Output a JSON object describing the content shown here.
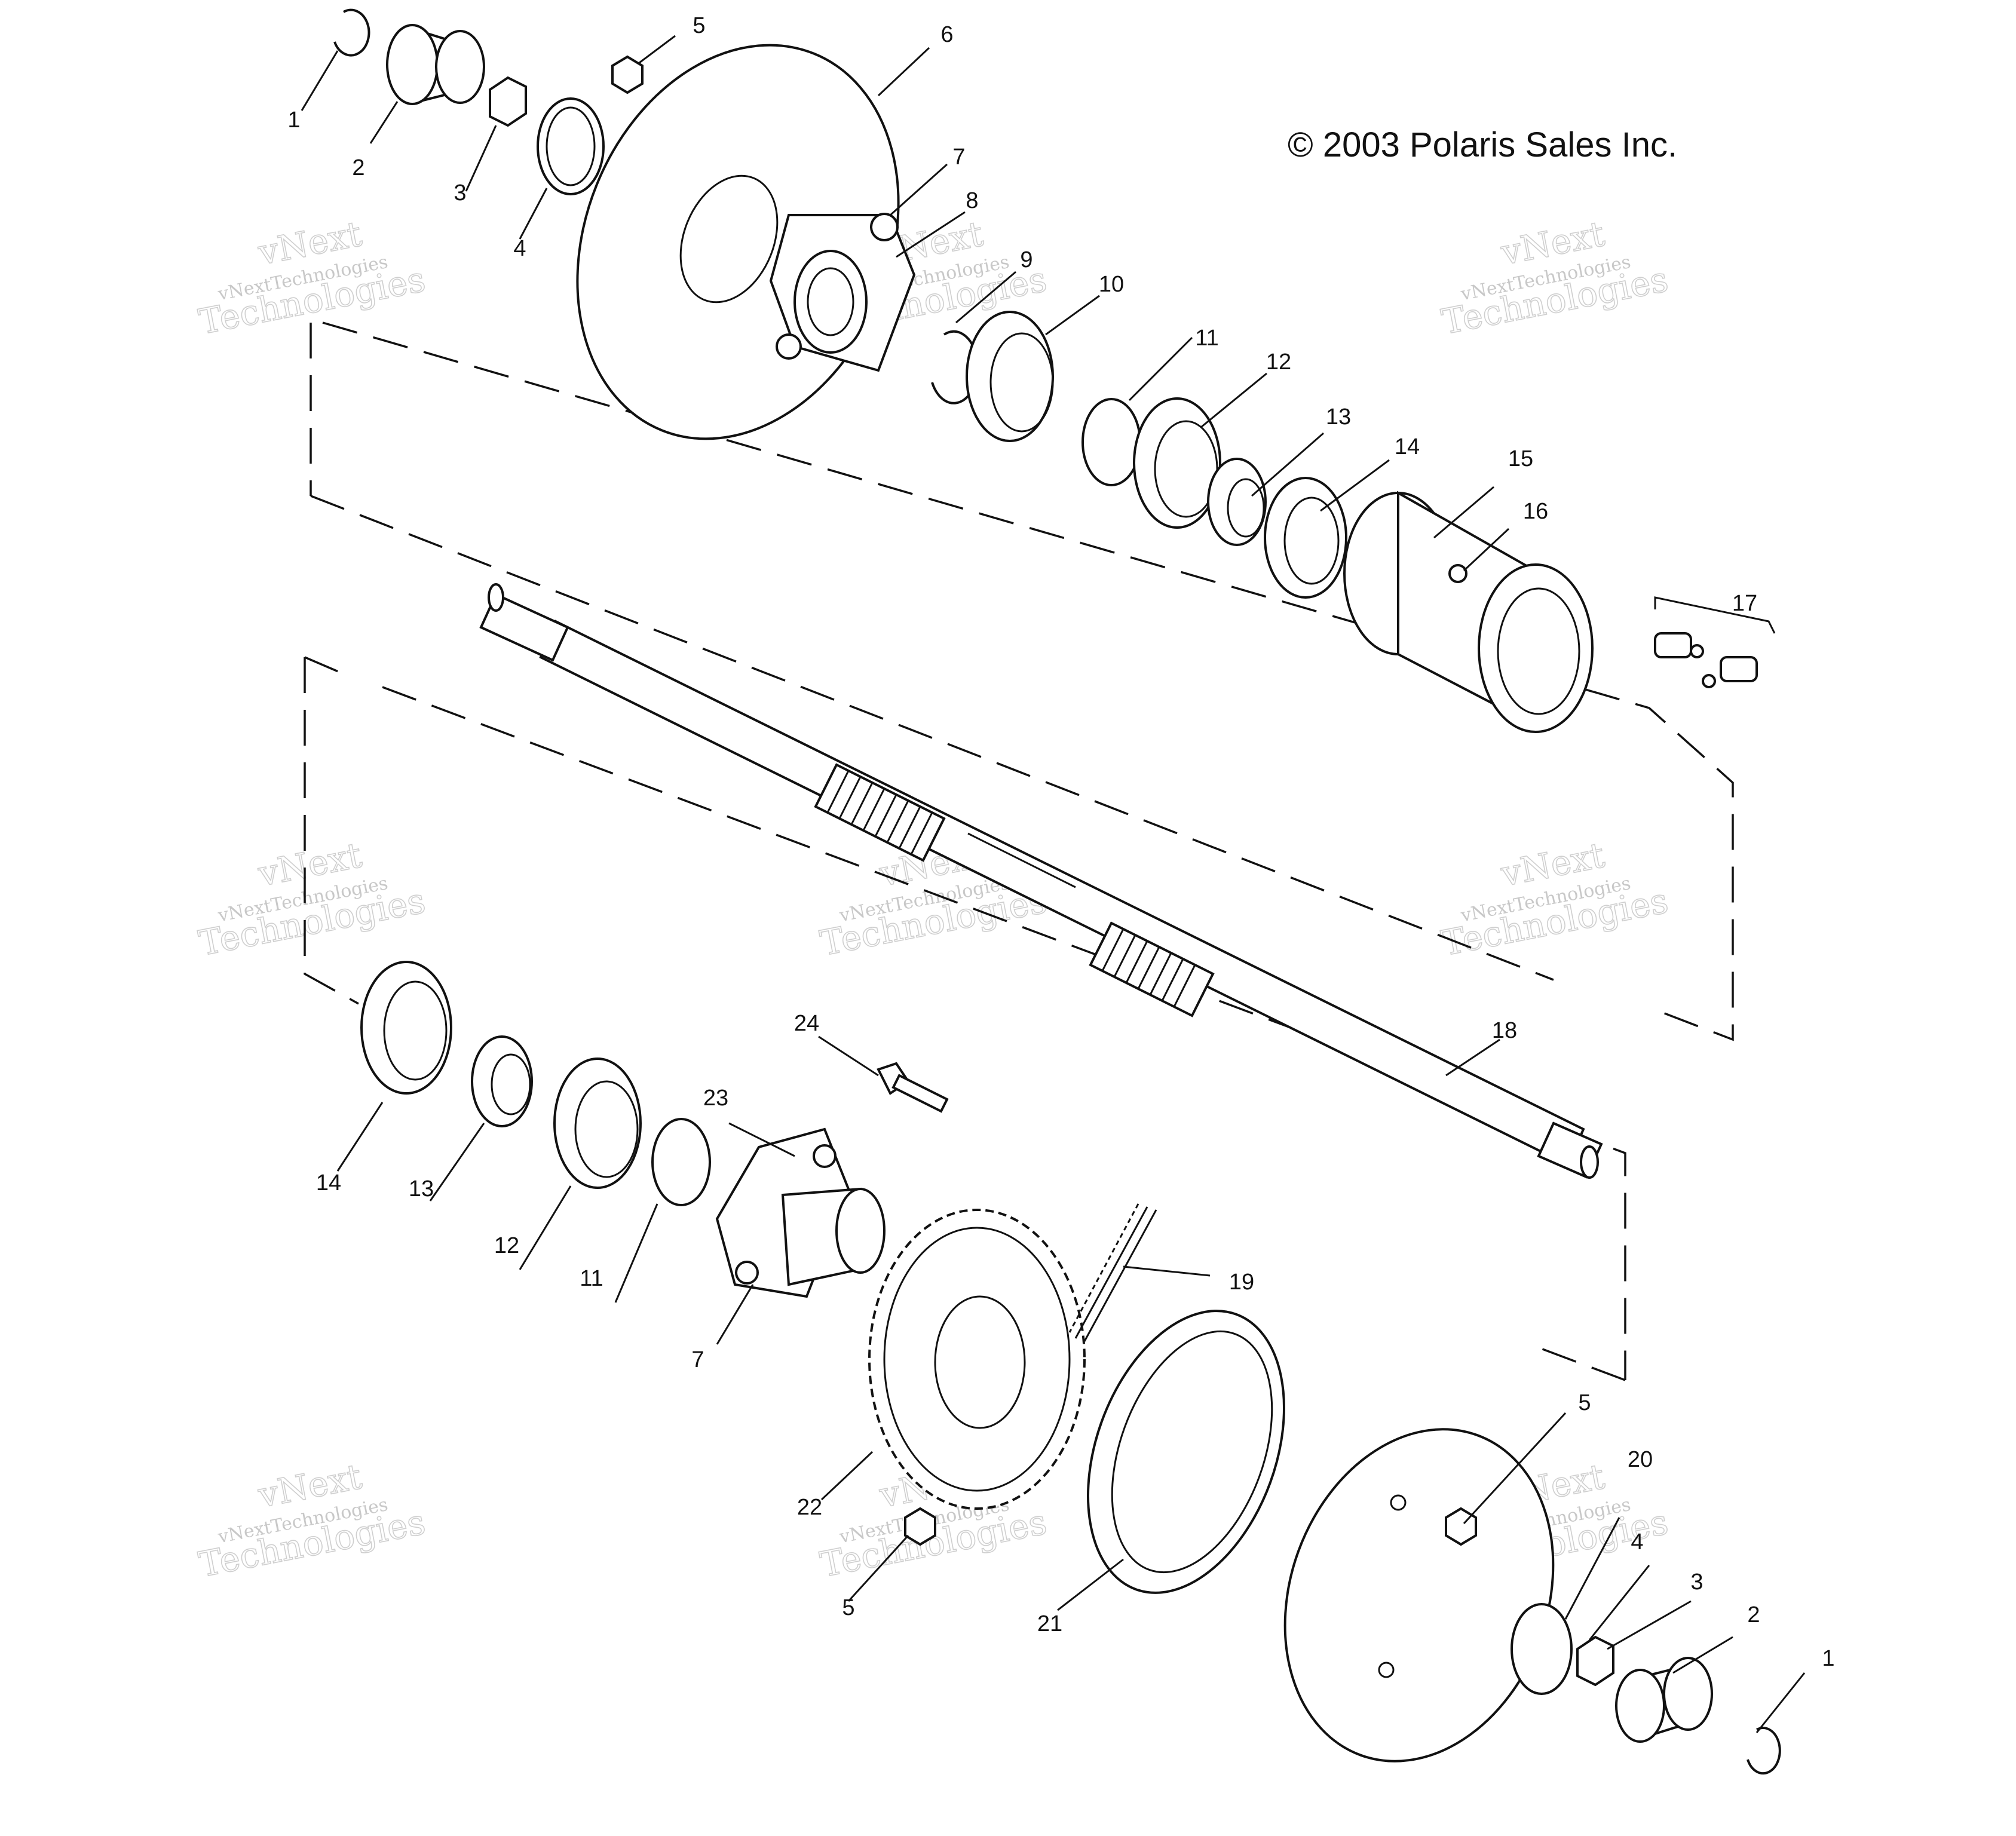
{
  "copyright": "© 2003 Polaris Sales Inc.",
  "watermark": {
    "line1": "vNext",
    "line2": "Technologies"
  },
  "callouts": [
    {
      "id": "c1a",
      "label": "1"
    },
    {
      "id": "c2a",
      "label": "2"
    },
    {
      "id": "c3a",
      "label": "3"
    },
    {
      "id": "c4a",
      "label": "4"
    },
    {
      "id": "c5a",
      "label": "5"
    },
    {
      "id": "c6",
      "label": "6"
    },
    {
      "id": "c7a",
      "label": "7"
    },
    {
      "id": "c8",
      "label": "8"
    },
    {
      "id": "c9",
      "label": "9"
    },
    {
      "id": "c10",
      "label": "10"
    },
    {
      "id": "c11a",
      "label": "11"
    },
    {
      "id": "c12a",
      "label": "12"
    },
    {
      "id": "c13a",
      "label": "13"
    },
    {
      "id": "c14a",
      "label": "14"
    },
    {
      "id": "c15",
      "label": "15"
    },
    {
      "id": "c16",
      "label": "16"
    },
    {
      "id": "c17",
      "label": "17"
    },
    {
      "id": "c18",
      "label": "18"
    },
    {
      "id": "c24",
      "label": "24"
    },
    {
      "id": "c23",
      "label": "23"
    },
    {
      "id": "c14b",
      "label": "14"
    },
    {
      "id": "c13b",
      "label": "13"
    },
    {
      "id": "c12b",
      "label": "12"
    },
    {
      "id": "c11b",
      "label": "11"
    },
    {
      "id": "c7b",
      "label": "7"
    },
    {
      "id": "c19",
      "label": "19"
    },
    {
      "id": "c22",
      "label": "22"
    },
    {
      "id": "c5b",
      "label": "5"
    },
    {
      "id": "c21",
      "label": "21"
    },
    {
      "id": "c5c",
      "label": "5"
    },
    {
      "id": "c20",
      "label": "20"
    },
    {
      "id": "c4b",
      "label": "4"
    },
    {
      "id": "c3b",
      "label": "3"
    },
    {
      "id": "c2b",
      "label": "2"
    },
    {
      "id": "c1b",
      "label": "1"
    }
  ]
}
